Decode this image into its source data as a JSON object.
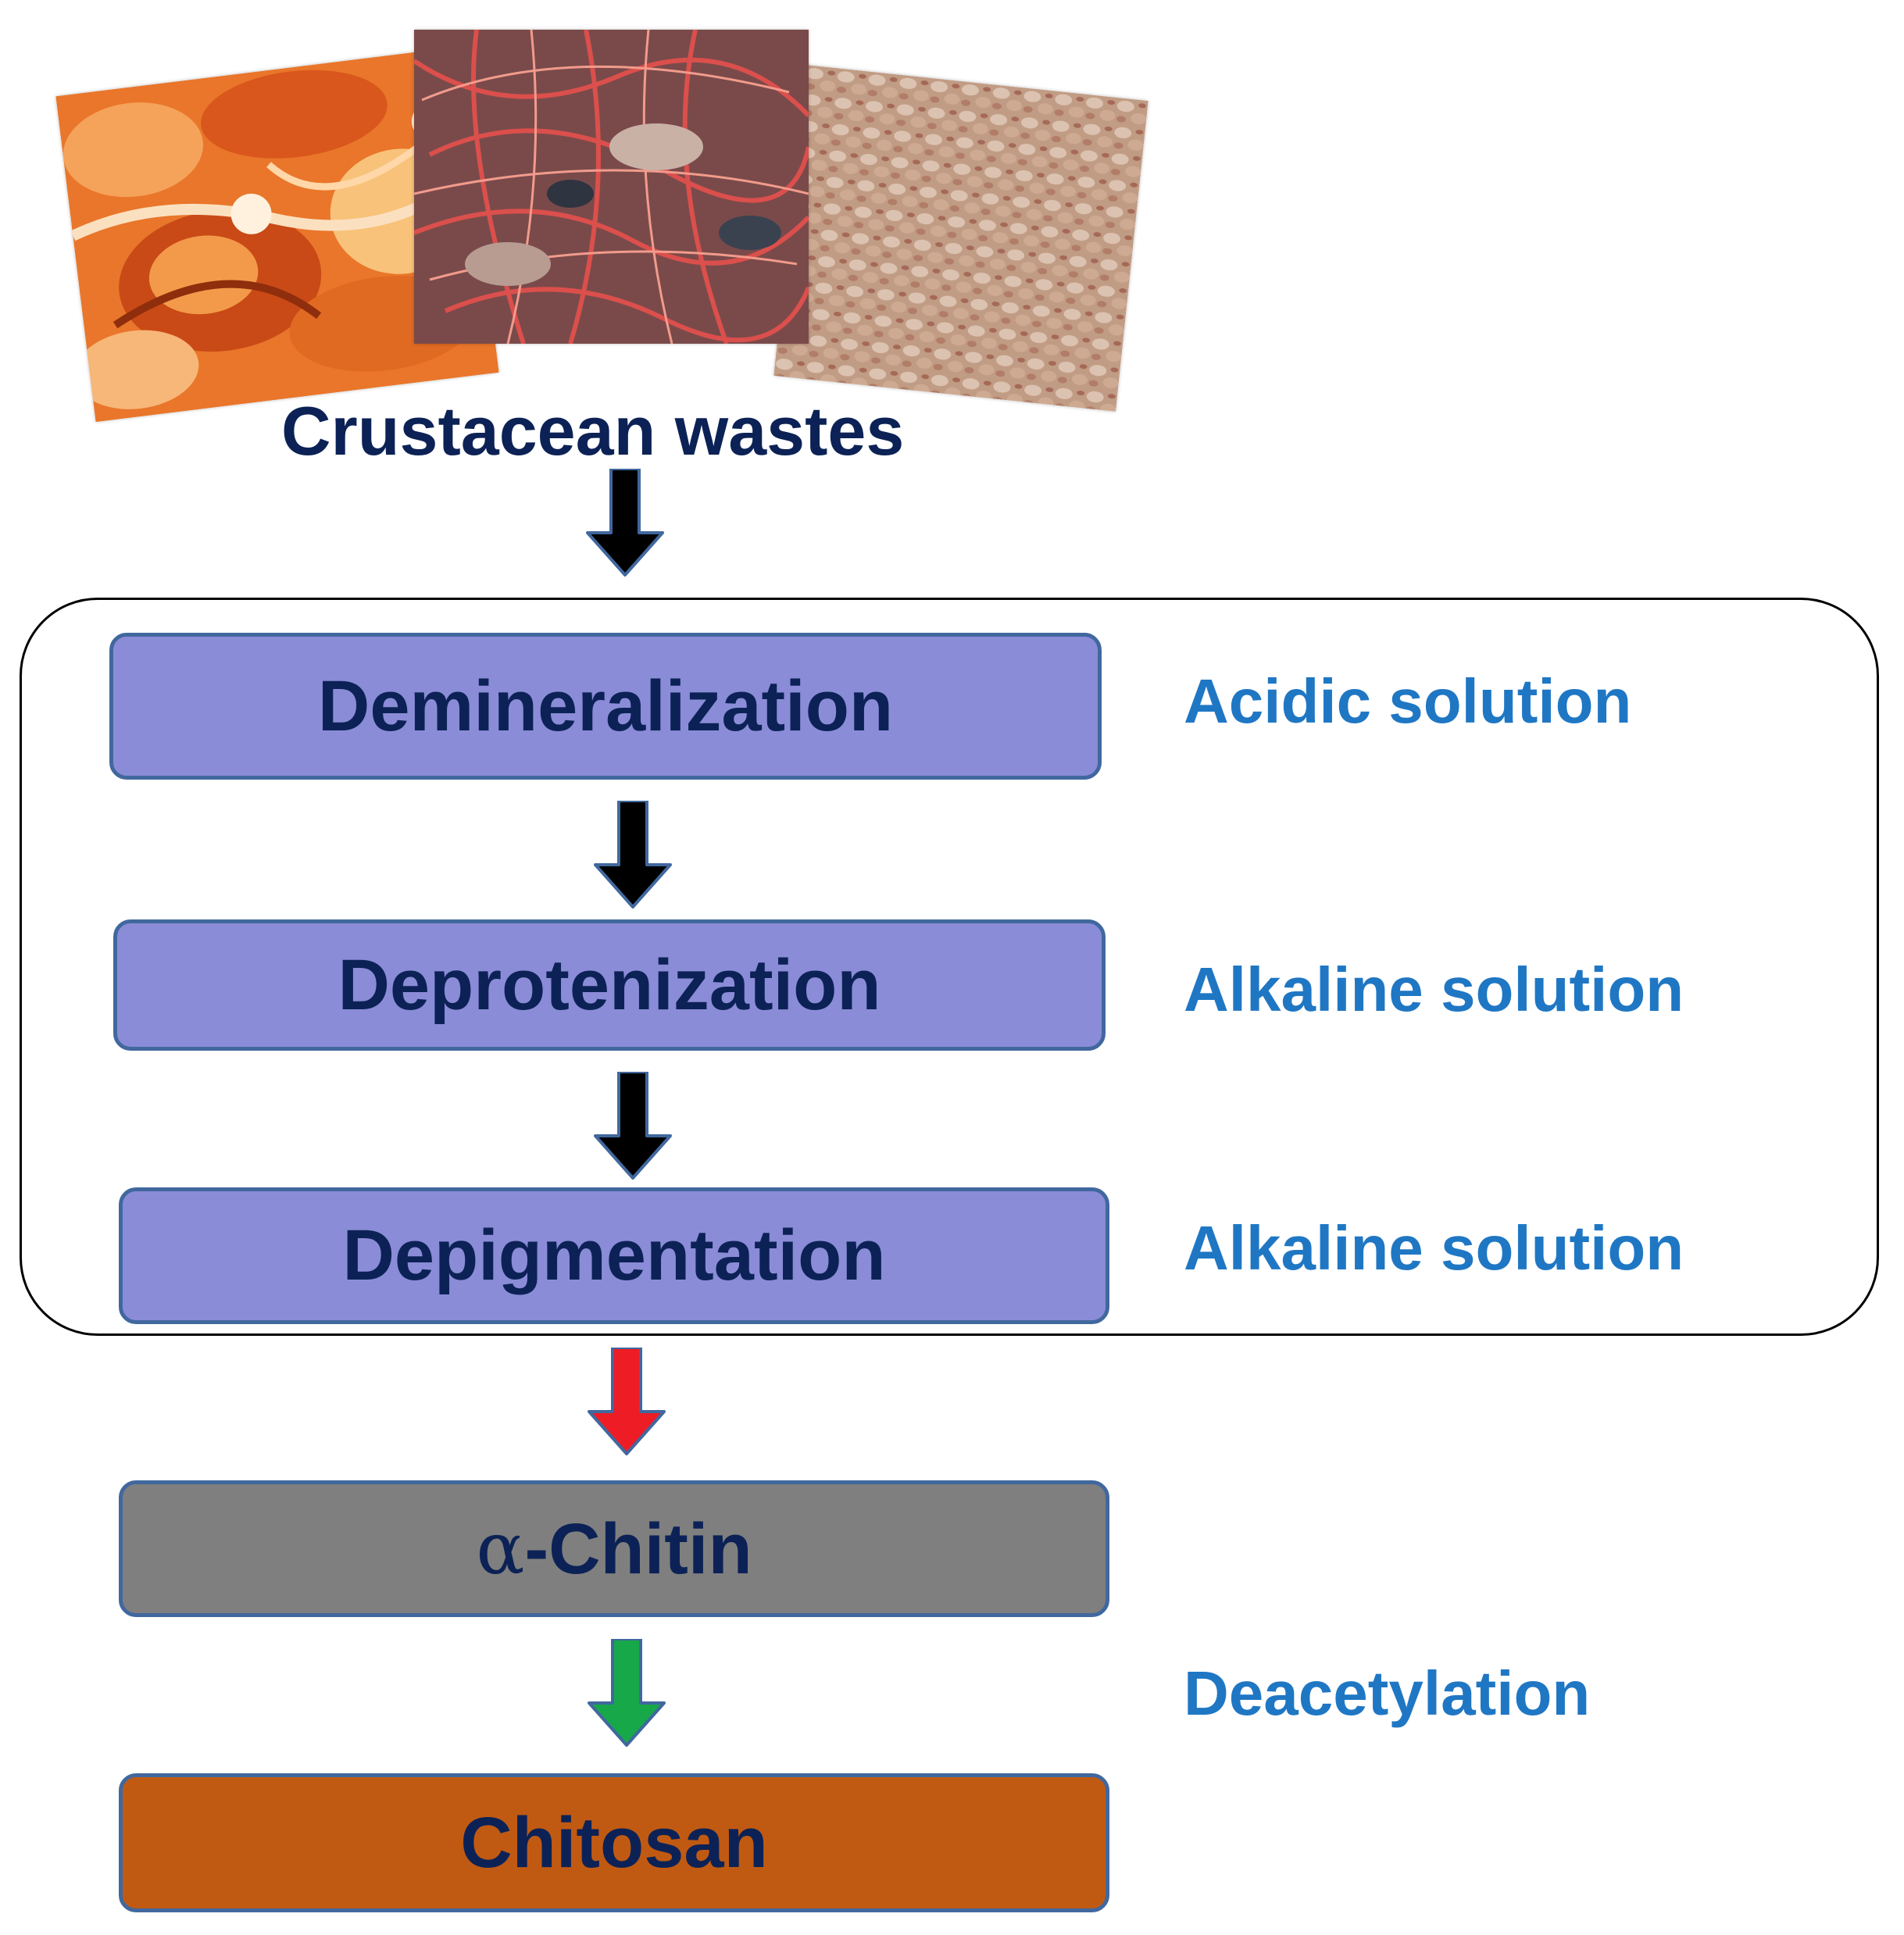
{
  "colors": {
    "title_text": "#0c2256",
    "box_text": "#0c2256",
    "side_text": "#1f77c4",
    "process_box_fill": "#8b8cd7",
    "box_border": "#41689e",
    "chitin_box_fill": "#7f7f7f",
    "chitosan_box_fill": "#c05a13",
    "arrow_black": "#000000",
    "arrow_red": "#ee1c25",
    "arrow_green": "#17a84a"
  },
  "header": {
    "title": "Crustacean wastes",
    "photos": [
      "crab-shells-photo",
      "shrimp-heads-photo",
      "shrimp-shells-photo"
    ]
  },
  "process": {
    "steps": [
      {
        "label": "Demineralization",
        "condition": "Acidic solution"
      },
      {
        "label": "Deprotenization",
        "condition": "Alkaline solution"
      },
      {
        "label": "Depigmentation",
        "condition": "Alkaline solution"
      }
    ]
  },
  "products": {
    "chitin": {
      "greek": "α",
      "label": "-Chitin"
    },
    "chitosan": {
      "label": "Chitosan"
    },
    "conversion_label": "Deacetylation"
  }
}
